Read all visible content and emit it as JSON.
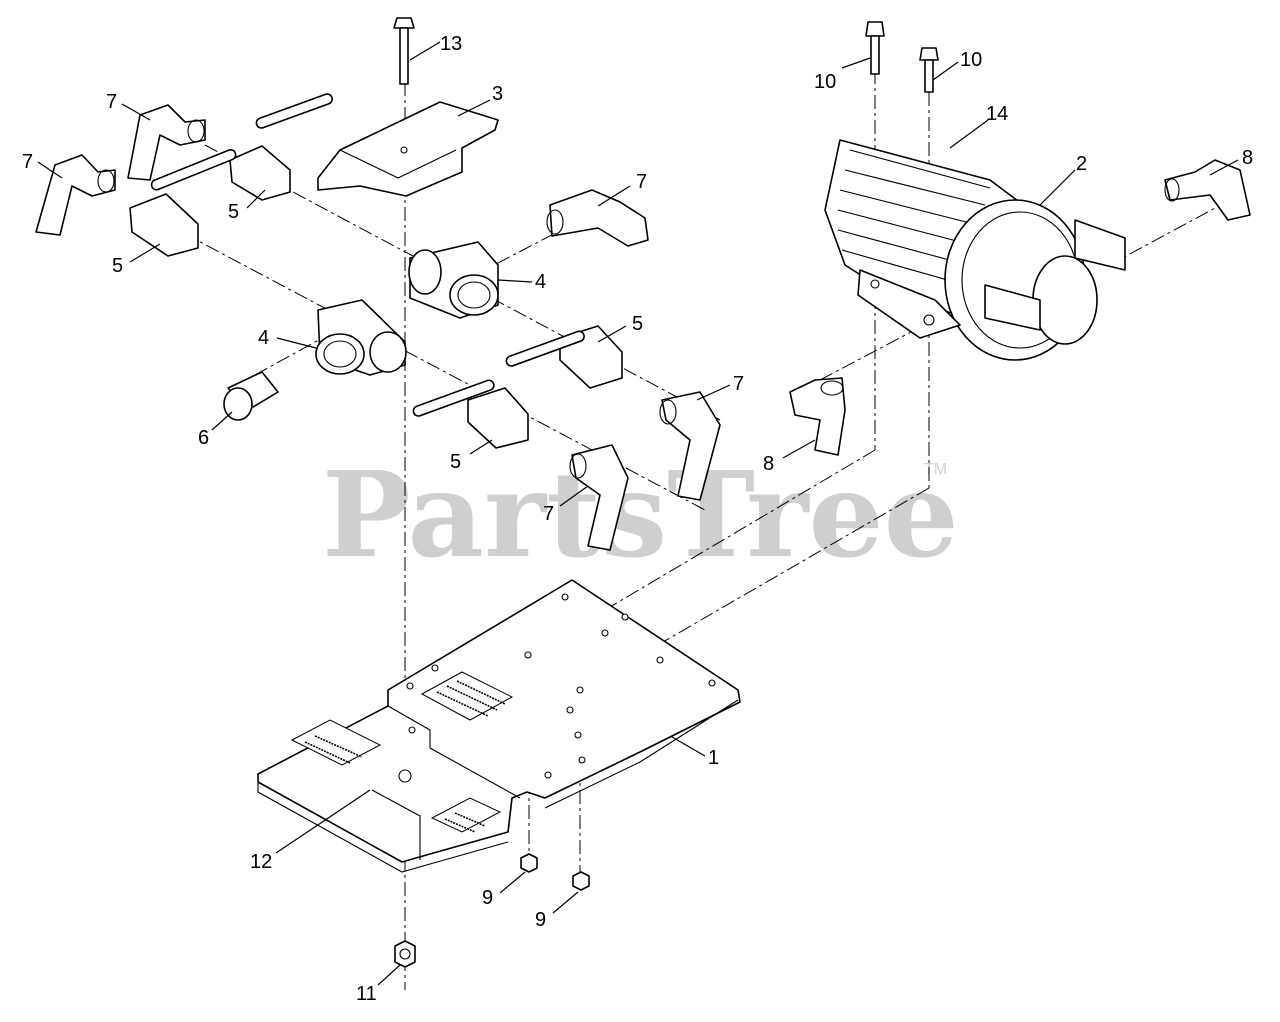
{
  "watermark": {
    "text": "PartsTree",
    "trademark": "TM"
  },
  "callouts": [
    {
      "id": "c1",
      "label": "1"
    },
    {
      "id": "c2",
      "label": "2"
    },
    {
      "id": "c3",
      "label": "3"
    },
    {
      "id": "c4a",
      "label": "4"
    },
    {
      "id": "c4b",
      "label": "4"
    },
    {
      "id": "c5a",
      "label": "5"
    },
    {
      "id": "c5b",
      "label": "5"
    },
    {
      "id": "c5c",
      "label": "5"
    },
    {
      "id": "c5d",
      "label": "5"
    },
    {
      "id": "c6",
      "label": "6"
    },
    {
      "id": "c7a",
      "label": "7"
    },
    {
      "id": "c7b",
      "label": "7"
    },
    {
      "id": "c7c",
      "label": "7"
    },
    {
      "id": "c7d",
      "label": "7"
    },
    {
      "id": "c7e",
      "label": "7"
    },
    {
      "id": "c8a",
      "label": "8"
    },
    {
      "id": "c8b",
      "label": "8"
    },
    {
      "id": "c9a",
      "label": "9"
    },
    {
      "id": "c9b",
      "label": "9"
    },
    {
      "id": "c10a",
      "label": "10"
    },
    {
      "id": "c10b",
      "label": "10"
    },
    {
      "id": "c11",
      "label": "11"
    },
    {
      "id": "c12",
      "label": "12"
    },
    {
      "id": "c13",
      "label": "13"
    },
    {
      "id": "c14",
      "label": "14"
    }
  ]
}
